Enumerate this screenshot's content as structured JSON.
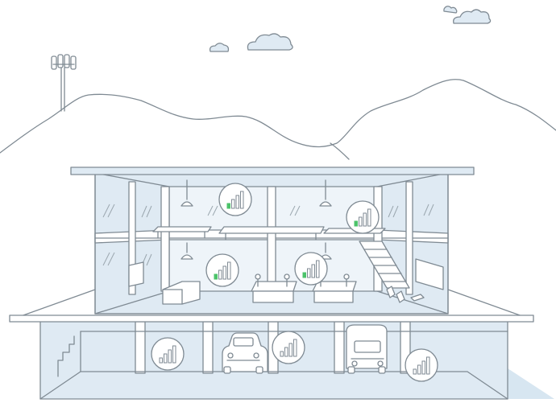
{
  "colors": {
    "background": "#ffffff",
    "outline": "#7f8a93",
    "building_fill": "#dfeaf3",
    "ground_shadow": "#d7e6f1",
    "signal_active": "#4cc36a",
    "signal_inactive": "#ffffff"
  },
  "icons": {
    "tower": "cell-tower-icon",
    "signal": "signal-strength-icon",
    "car": "car-icon",
    "van": "van-icon",
    "cloud": "cloud-icon"
  },
  "signal_badges": [
    {
      "id": "top-floor-left",
      "active_bars": 1,
      "total_bars": 4
    },
    {
      "id": "top-floor-right",
      "active_bars": 1,
      "total_bars": 4
    },
    {
      "id": "middle-floor-left",
      "active_bars": 1,
      "total_bars": 4
    },
    {
      "id": "middle-floor-right",
      "active_bars": 1,
      "total_bars": 4
    },
    {
      "id": "garage-left",
      "active_bars": 0,
      "total_bars": 4
    },
    {
      "id": "garage-middle",
      "active_bars": 0,
      "total_bars": 4
    },
    {
      "id": "garage-right",
      "active_bars": 0,
      "total_bars": 4
    }
  ]
}
